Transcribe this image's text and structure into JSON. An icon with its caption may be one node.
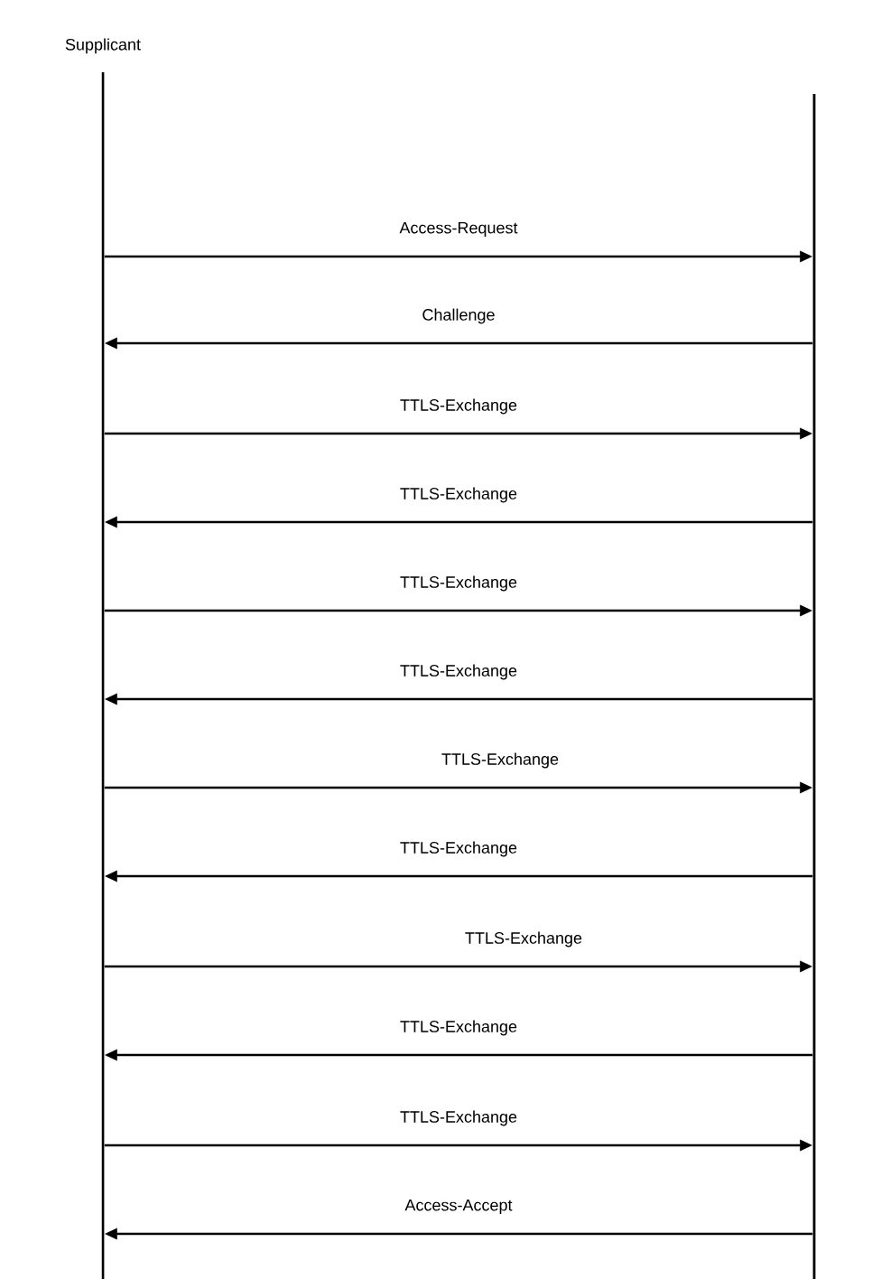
{
  "diagram": {
    "nodes": [
      {
        "text": [
          "Supplicant"
        ]
      },
      {
        "text": [],
        "shape": "bar"
      }
    ],
    "edges": [
      {
        "from": 0,
        "to": 1,
        "arrow": "to",
        "label": "Access-Request"
      },
      {
        "from": 1,
        "to": 0,
        "arrow": "to",
        "label": "Challenge"
      },
      {
        "from": 0,
        "to": 1,
        "arrow": "to",
        "label": "TTLS-Exchange"
      },
      {
        "from": 1,
        "to": 0,
        "arrow": "to",
        "label": "TTLS-Exchange"
      },
      {
        "from": 0,
        "to": 1,
        "arrow": "to",
        "label": "TTLS-Exchange"
      },
      {
        "from": 1,
        "to": 0,
        "arrow": "to",
        "label": "TTLS-Exchange"
      },
      {
        "from": 0,
        "to": 1,
        "arrow": "to",
        "label": "TTLS-Exchange"
      },
      {
        "from": 1,
        "to": 0,
        "arrow": "to",
        "label": "TTLS-Exchange"
      },
      {
        "from": 0,
        "to": 1,
        "arrow": "to",
        "label": "TTLS-Exchange"
      },
      {
        "from": 1,
        "to": 0,
        "arrow": "to",
        "label": "TTLS-Exchange"
      },
      {
        "from": 0,
        "to": 1,
        "arrow": "to",
        "label": "TTLS-Exchange"
      },
      {
        "from": 1,
        "to": 0,
        "arrow": "to",
        "label": "Access-Accept"
      }
    ]
  }
}
